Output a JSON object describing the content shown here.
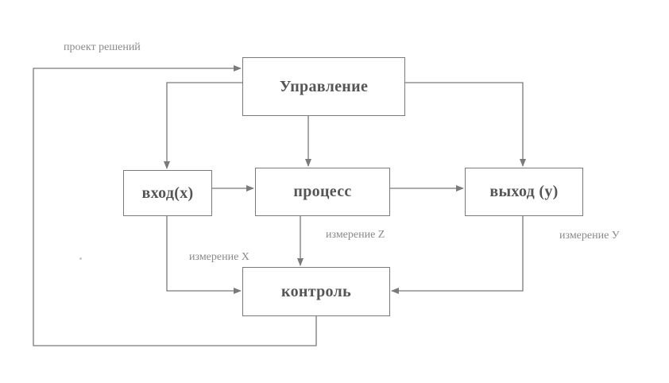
{
  "boxes": {
    "control": "Управление",
    "input": "вход(х)",
    "process": "процесс",
    "output": "выход (у)",
    "monitoring": "контроль"
  },
  "labels": {
    "feedback": "проект решений",
    "measure_x": "измерение Х",
    "measure_z": "измерение Z",
    "measure_y": "измерение У"
  },
  "colors": {
    "line": "#7a7a7a",
    "text": "#555555",
    "label_text": "#8a8a8a"
  }
}
